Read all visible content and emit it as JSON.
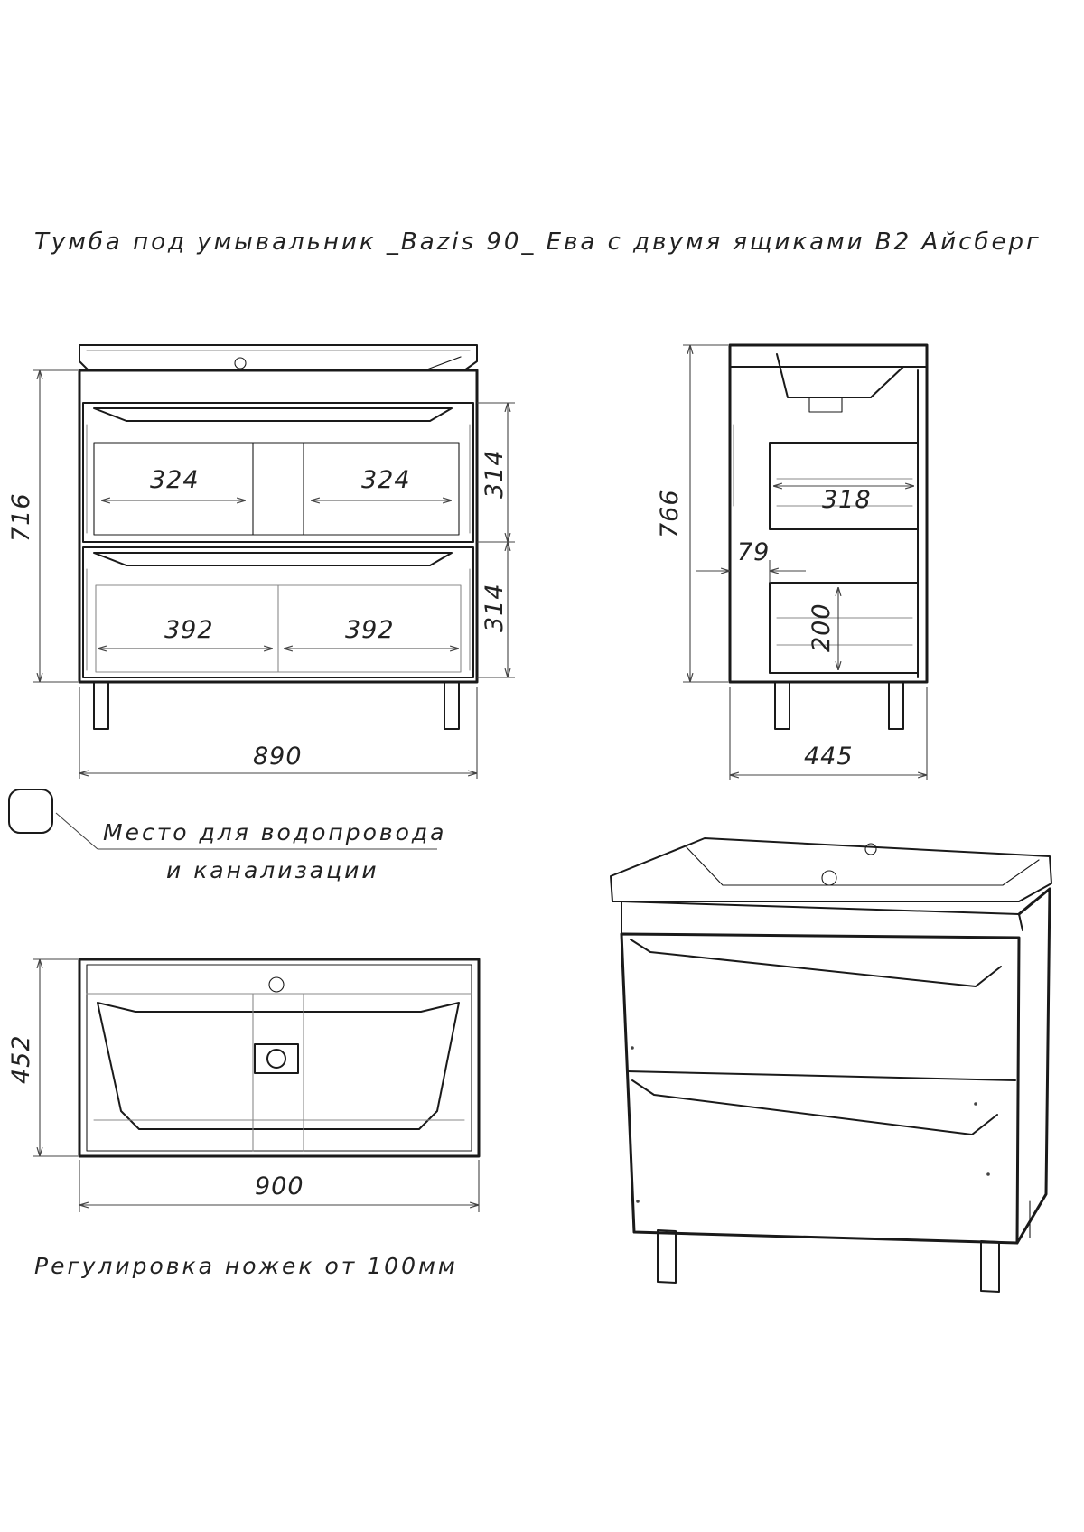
{
  "title": "Тумба под умывальник _Bazis 90_ Ева с двумя ящиками В2 Айсберг",
  "front_view": {
    "height": "716",
    "width": "890",
    "drawer_top_height": "314",
    "drawer_bottom_height": "314",
    "top_left_width": "324",
    "top_right_width": "324",
    "bottom_left_width": "392",
    "bottom_right_width": "392"
  },
  "side_view": {
    "height": "766",
    "depth": "445",
    "inner_depth": "318",
    "offset": "79",
    "inner_height": "200"
  },
  "top_view": {
    "depth": "452",
    "width": "900"
  },
  "legend": {
    "line1": "Место для водопровода",
    "line2": "и канализации"
  },
  "note": "Регулировка ножек от 100мм"
}
